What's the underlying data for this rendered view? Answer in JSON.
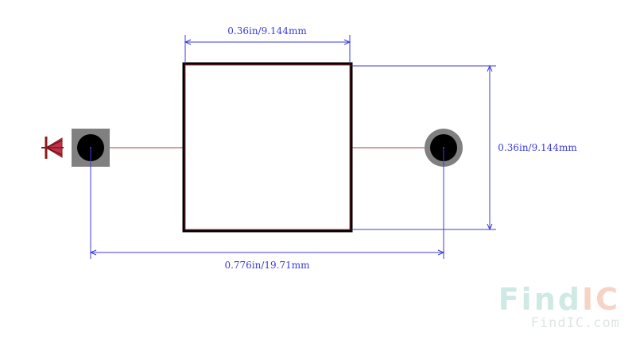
{
  "dimensions": {
    "top_width": "0.36in/9.144mm",
    "right_height": "0.36in/9.144mm",
    "bottom_span": "0.776in/19.71mm"
  },
  "watermark": {
    "logo_find": "Find",
    "logo_ic": "IC",
    "url": "FindIC.com"
  },
  "colors": {
    "dimension": "#3b3bd8",
    "body_outline": "#000000",
    "silkscreen": "#c0304a",
    "pad_square": "#808080",
    "pad_round": "#808080",
    "hole": "#000000",
    "diode_symbol": "#8b1a1a",
    "watermark_find": "#cfe9e4",
    "watermark_ic": "#f6d3c4"
  },
  "icons": {
    "polarity_marker": "diode-symbol-icon"
  }
}
